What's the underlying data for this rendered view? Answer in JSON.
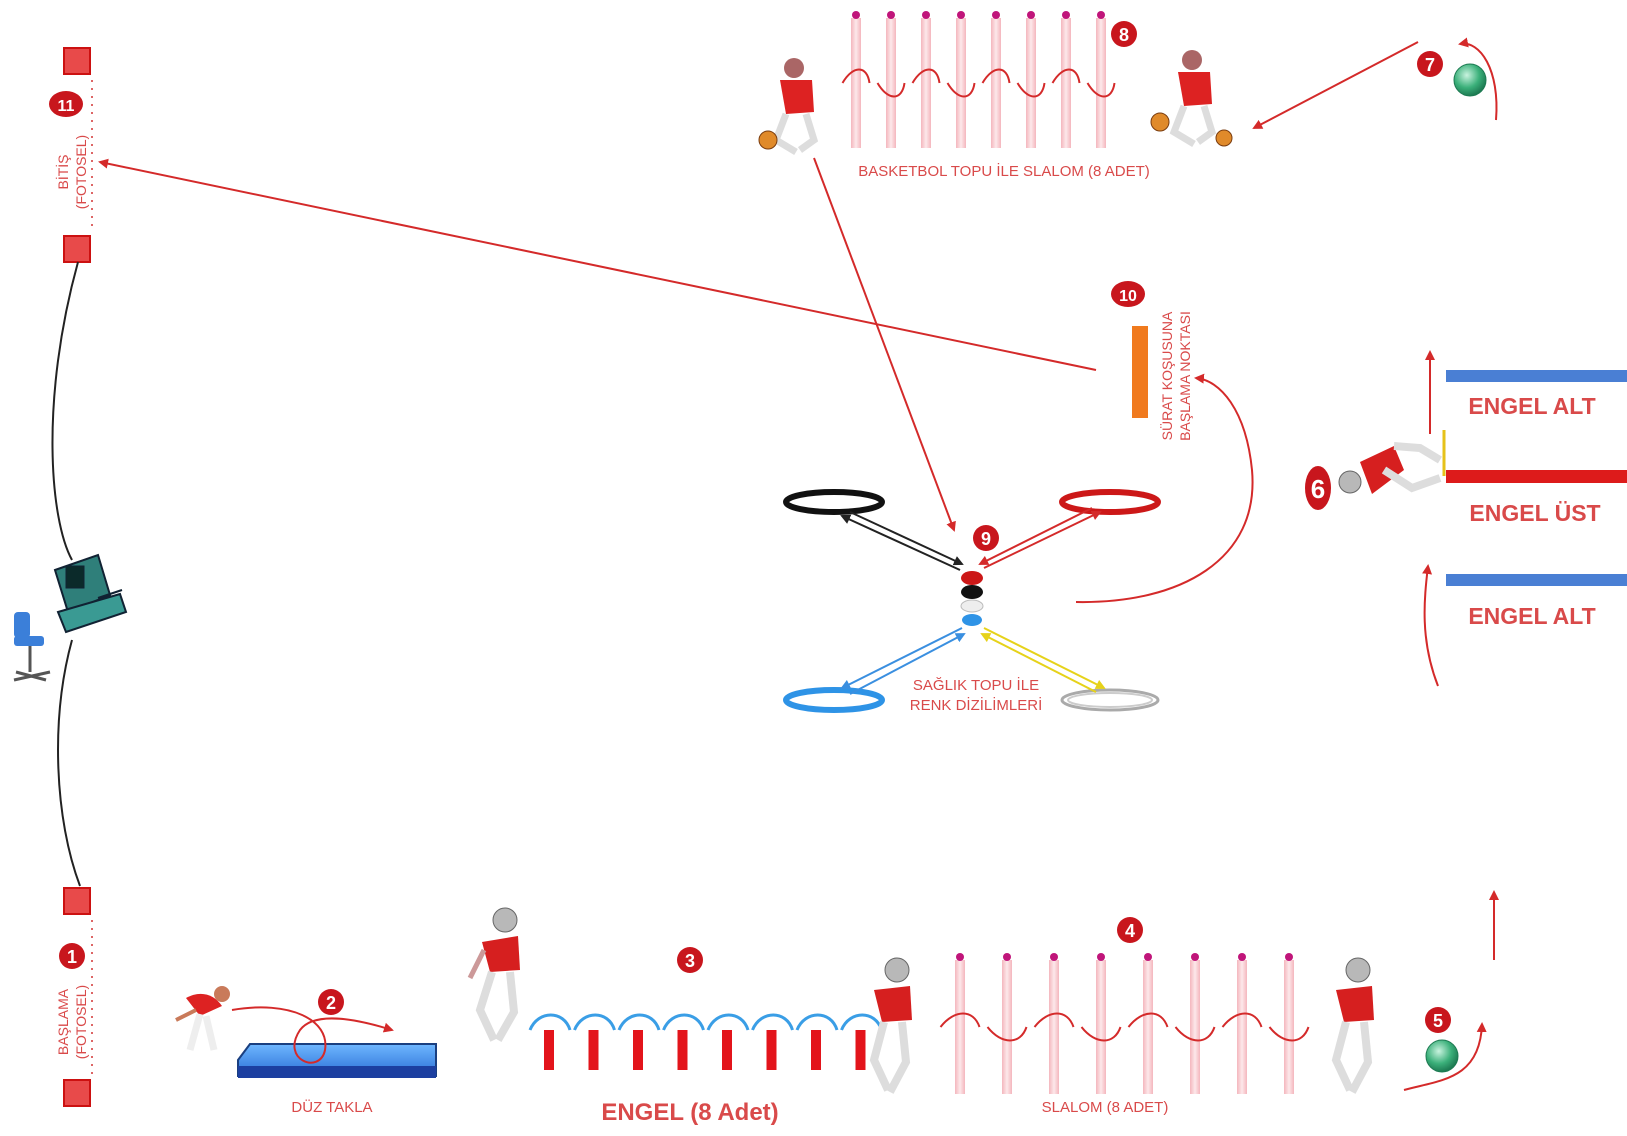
{
  "stations": {
    "s1": {
      "number": "1",
      "label_line1": "BAŞLAMA",
      "label_line2": "(FOTOSEL)"
    },
    "s2": {
      "number": "2",
      "label": "DÜZ TAKLA"
    },
    "s3": {
      "number": "3",
      "label": "ENGEL (8 Adet)"
    },
    "s4": {
      "number": "4",
      "label": "SLALOM (8 ADET)"
    },
    "s5": {
      "number": "5"
    },
    "s6": {
      "number": "6",
      "bars": [
        "ENGEL ALT",
        "ENGEL ÜST",
        "ENGEL ALT"
      ]
    },
    "s7": {
      "number": "7"
    },
    "s8": {
      "number": "8",
      "label": "BASKETBOL TOPU İLE SLALOM (8 ADET)"
    },
    "s9": {
      "number": "9",
      "label_line1": "SAĞLIK TOPU İLE",
      "label_line2": "RENK DİZİLİMLERİ"
    },
    "s10": {
      "number": "10",
      "label_line1": "SÜRAT KOŞUSUNA",
      "label_line2": "BAŞLAMA NOKTASI"
    },
    "s11": {
      "number": "11",
      "label_line1": "BİTİŞ",
      "label_line2": "(FOTOSEL)"
    }
  },
  "colors": {
    "accent_red": "#d42a2a",
    "number_badge": "#c8161d",
    "hurdle_red": "#e3141b",
    "bar_blue": "#4a7fd4",
    "bar_red": "#dd1b1b",
    "label_red": "#d94a4a",
    "orange_marker": "#f07a1e",
    "ball_green": "#3bb07a"
  }
}
